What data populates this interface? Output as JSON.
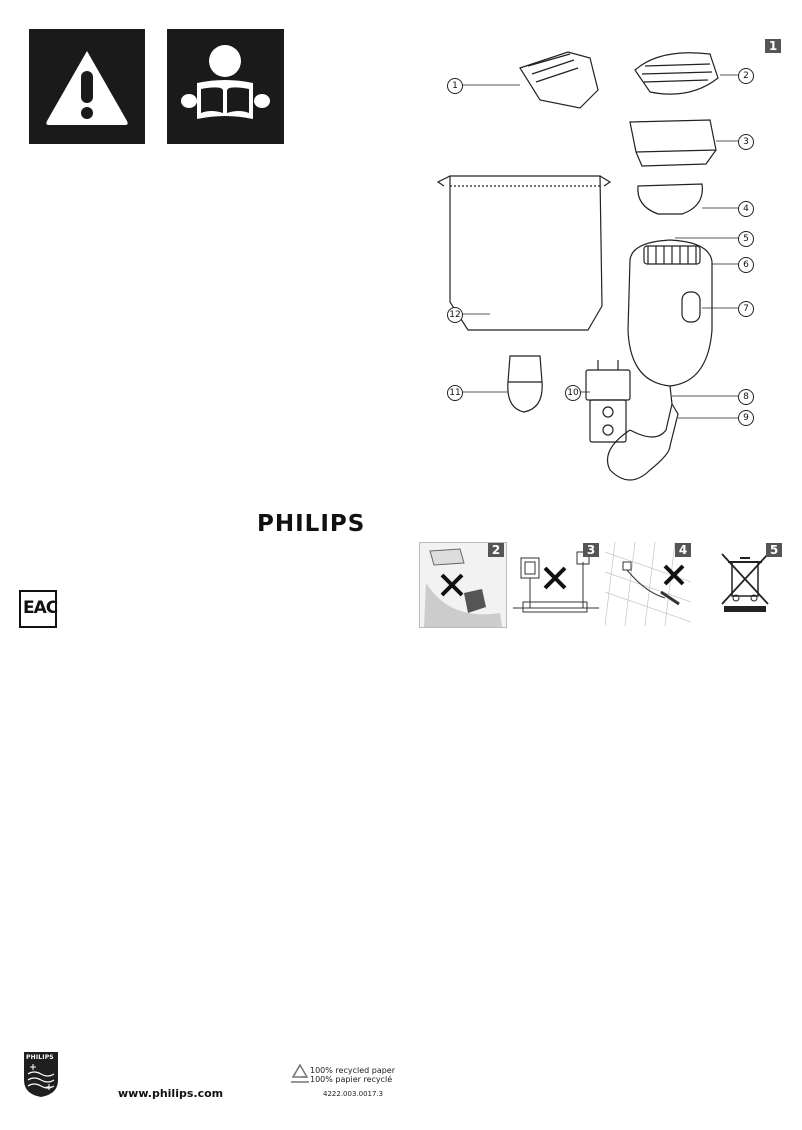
{
  "brand": {
    "name": "PHILIPS",
    "shield_name": "PHILIPS"
  },
  "figures": {
    "main_badge": "1",
    "callouts": [
      "1",
      "2",
      "3",
      "4",
      "5",
      "6",
      "7",
      "8",
      "9",
      "10",
      "11",
      "12"
    ],
    "panels": [
      {
        "badge": "2",
        "icon": "no-rinse-icon"
      },
      {
        "badge": "3",
        "icon": "no-damaged-adapter-icon"
      },
      {
        "badge": "4",
        "icon": "no-bathroom-use-icon"
      },
      {
        "badge": "5",
        "icon": "recycle-bin-icon"
      }
    ]
  },
  "footer": {
    "website": "www.philips.com",
    "recycled_en": "100% recycled paper",
    "recycled_fr": "100% papier recyclé",
    "code": "4222.003.0017.3"
  },
  "cert": {
    "mark": "EAC"
  }
}
